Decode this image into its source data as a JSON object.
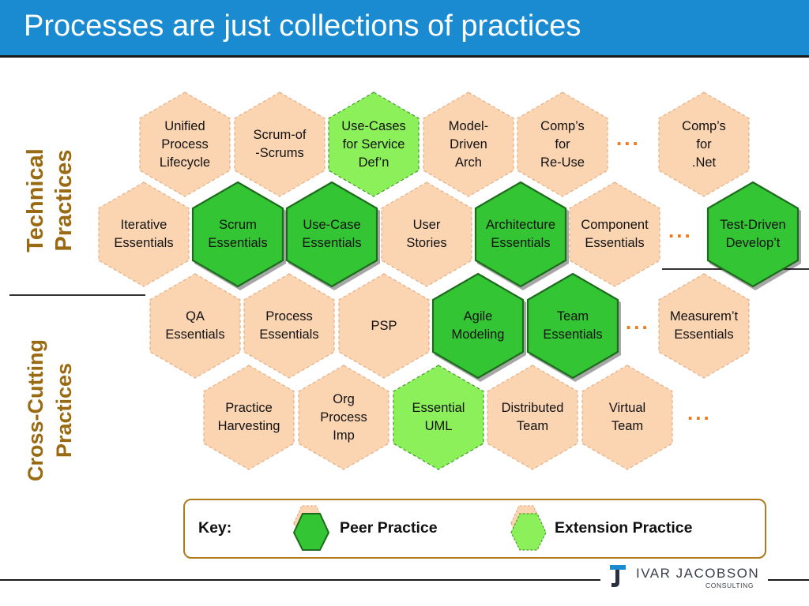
{
  "slide": {
    "title": "Processes are just collections of practices",
    "sections": {
      "technical": "Technical\nPractices",
      "cross_cutting": "Cross-Cutting\nPractices"
    }
  },
  "colors": {
    "title_bar": "#1a8bd0",
    "section_label": "#9a6a12",
    "peer_fill": "#33c533",
    "peer_stroke": "#1d6b1d",
    "extension_fill": "#8cf05a",
    "other_fill": "#fbd4b2",
    "dots": "#f07818"
  },
  "practices": {
    "row1": [
      {
        "label": "Unified\nProcess\nLifecycle",
        "kind": "other"
      },
      {
        "label": "Scrum-of\n-Scrums",
        "kind": "other"
      },
      {
        "label": "Use-Cases\nfor Service\nDef’n",
        "kind": "extension"
      },
      {
        "label": "Model-\nDriven\nArch",
        "kind": "other"
      },
      {
        "label": "Comp’s\nfor\nRe-Use",
        "kind": "other"
      },
      {
        "label": "Comp’s\nfor\n.Net",
        "kind": "other"
      }
    ],
    "row2": [
      {
        "label": "Iterative\nEssentials",
        "kind": "other"
      },
      {
        "label": "Scrum\nEssentials",
        "kind": "peer"
      },
      {
        "label": "Use-Case\nEssentials",
        "kind": "peer"
      },
      {
        "label": "User\nStories",
        "kind": "other"
      },
      {
        "label": "Architecture\nEssentials",
        "kind": "peer"
      },
      {
        "label": "Component\nEssentials",
        "kind": "other"
      },
      {
        "label": "Test-Driven\nDevelop’t",
        "kind": "peer"
      }
    ],
    "row3": [
      {
        "label": "QA\nEssentials",
        "kind": "other"
      },
      {
        "label": "Process\nEssentials",
        "kind": "other"
      },
      {
        "label": "PSP",
        "kind": "other"
      },
      {
        "label": "Agile\nModeling",
        "kind": "peer"
      },
      {
        "label": "Team\nEssentials",
        "kind": "peer"
      },
      {
        "label": "Measurem’t\nEssentials",
        "kind": "other"
      }
    ],
    "row4": [
      {
        "label": "Practice\nHarvesting",
        "kind": "other"
      },
      {
        "label": "Org\nProcess\nImp",
        "kind": "other"
      },
      {
        "label": "Essential\nUML",
        "kind": "extension"
      },
      {
        "label": "Distributed\nTeam",
        "kind": "other"
      },
      {
        "label": "Virtual\nTeam",
        "kind": "other"
      }
    ]
  },
  "ellipsis": "...",
  "key": {
    "title": "Key:",
    "peer": "Peer Practice",
    "extension": "Extension Practice"
  },
  "logo": {
    "name": "IVAR JACOBSON",
    "sub": "CONSULTING"
  }
}
